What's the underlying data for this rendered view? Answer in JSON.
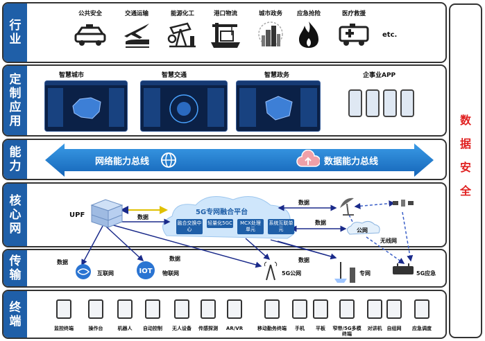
{
  "layers": {
    "industry": "行业",
    "custom_app": "定制应用",
    "capability": "能力",
    "core": "核心网",
    "transport": "传输",
    "terminal": "终端"
  },
  "security": "数据安全",
  "industries": [
    "公共安全",
    "交通运输",
    "能源化工",
    "港口物流",
    "城市政务",
    "应急抢险",
    "医疗救援",
    "etc."
  ],
  "apps": [
    "智慧城市",
    "智慧交通",
    "智慧政务",
    "企事业APP"
  ],
  "capability": {
    "network_bus": "网络能力总线",
    "data_bus": "数据能力总线"
  },
  "core": {
    "upf": "UPF",
    "platform": "5G专网融合平台",
    "modules": [
      "融合交换中心",
      "轻量化5GC",
      "MCX处理单元",
      "系统互联单元"
    ],
    "public_net": "公网",
    "wireless": "无线网",
    "data": "数据"
  },
  "transport": {
    "internet": "互联网",
    "iot": "物联网",
    "public5g": "5G公网",
    "private": "专网",
    "emergency5g": "5G应急",
    "data": "数据"
  },
  "terminals": [
    "监控终端",
    "操作台",
    "机器人",
    "自动控制",
    "无人设备",
    "传感探测",
    "AR/VR",
    "移动勤务终端",
    "手机",
    "平板",
    "窄带/5G多模终端",
    "对讲机",
    "自组网",
    "应急调度"
  ],
  "colors": {
    "label_bg": "#1f5fa8",
    "security": "#e02020",
    "bus": "#1f7ac8"
  }
}
